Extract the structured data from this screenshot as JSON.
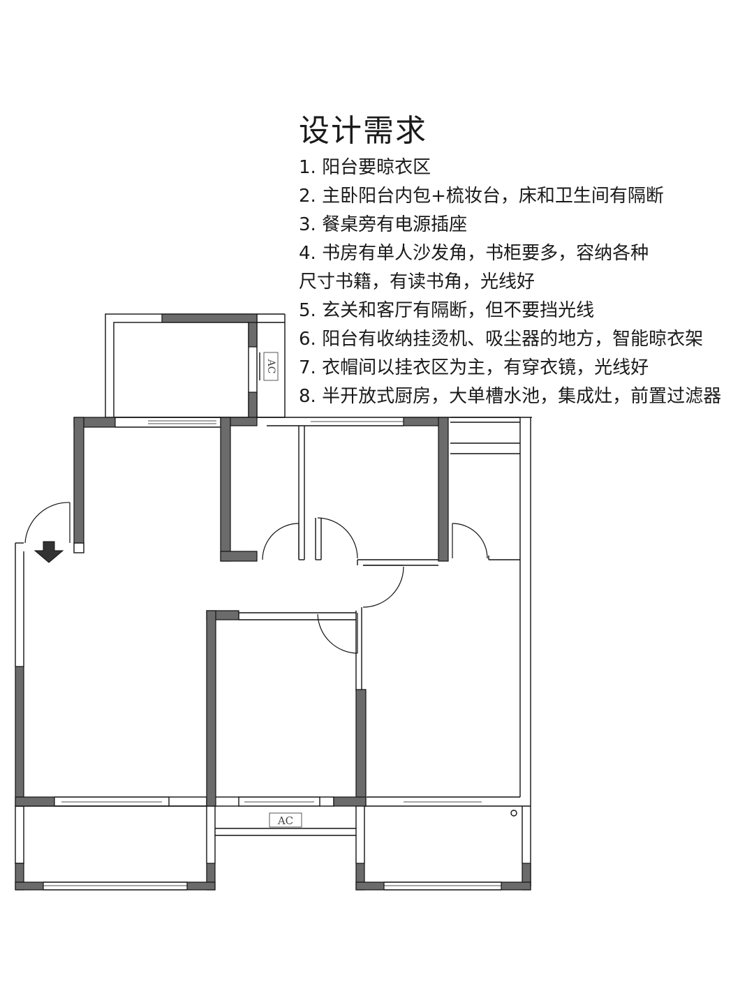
{
  "requirements": {
    "title": "设计需求",
    "items": [
      "1. 阳台要晾衣区",
      "2. 主卧阳台内包+梳妆台，床和卫生间有隔断",
      "3. 餐桌旁有电源插座",
      "4. 书房有单人沙发角，书柜要多，容纳各种",
      "尺寸书籍，有读书角，光线好",
      "5. 玄关和客厅有隔断，但不要挡光线",
      "6. 阳台有收纳挂烫机、吸尘器的地方，智能晾衣架",
      "7. 衣帽间以挂衣区为主，有穿衣镜，光线好",
      "8. 半开放式厨房，大单槽水池，集成灶，前置过滤器"
    ]
  },
  "floorplan": {
    "ac_labels": [
      "AC",
      "AC"
    ],
    "entrance_icon": "down-arrow-icon",
    "colors": {
      "wall": "#6b6b6b",
      "line": "#111111",
      "background": "#ffffff"
    }
  }
}
